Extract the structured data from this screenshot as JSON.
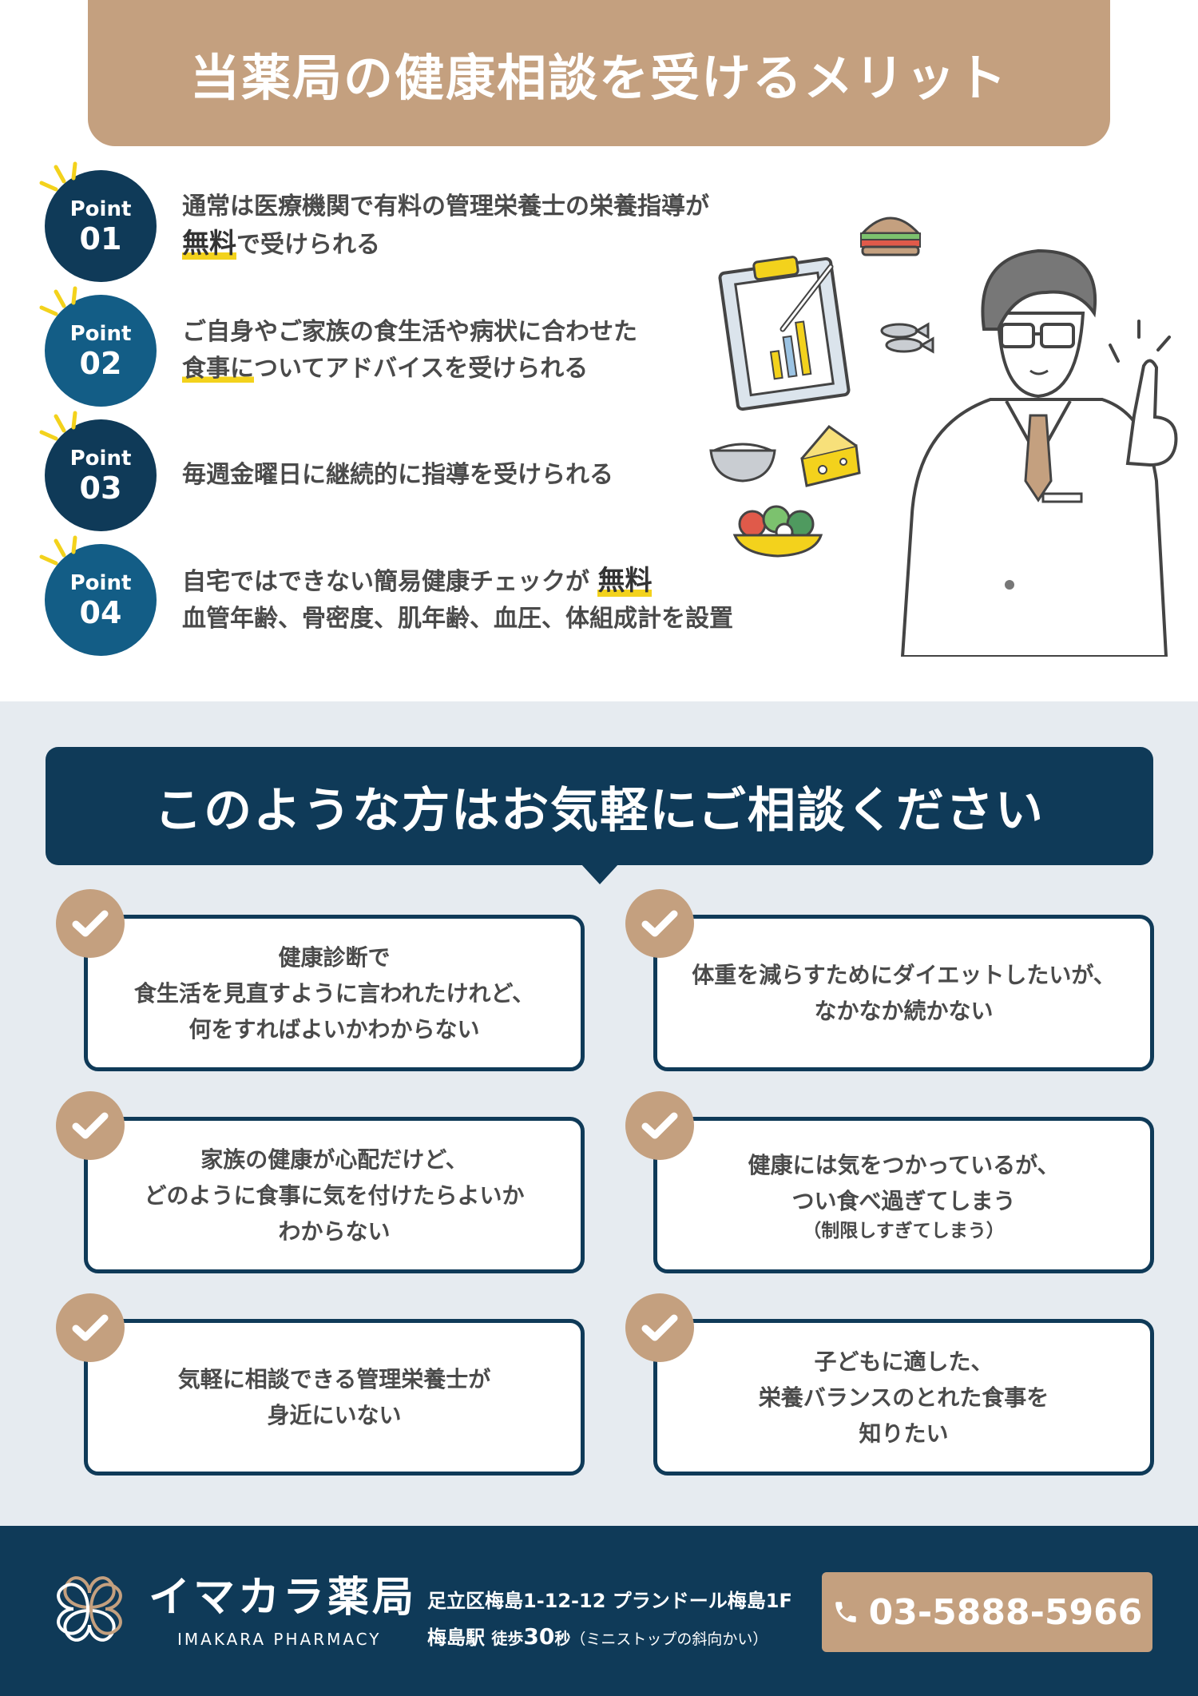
{
  "merits": {
    "title": "当薬局の健康相談を受けるメリット",
    "point_label": "Point",
    "points": [
      {
        "num": "01",
        "line1": "通常は医療機関で有料の管理栄養士の栄養指導が",
        "line2_hl": "無料",
        "line2_rest": "で受けられる"
      },
      {
        "num": "02",
        "line1": "ご自身やご家族の食生活や病状に合わせた",
        "line2_hl": "食事に",
        "line2_rest": "ついてアドバイスを受けられる"
      },
      {
        "num": "03",
        "text": "毎週金曜日に継続的に指導を受けられる"
      },
      {
        "num": "04",
        "line1_main": "自宅ではできない簡易健康チェックが",
        "line1_hl": "無料",
        "line2": "血管年齢、骨密度、肌年齢、血圧、体組成計を設置"
      }
    ]
  },
  "consult": {
    "title": "このような方はお気軽にご相談ください",
    "cards": [
      {
        "lines": [
          "健康診断で",
          "食生活を見直すように言われたけれど、",
          "何をすればよいかわからない"
        ]
      },
      {
        "lines": [
          "体重を減らすためにダイエットしたいが、",
          "なかなか続かない"
        ]
      },
      {
        "lines": [
          "家族の健康が心配だけど、",
          "どのように食事に気を付けたらよいか",
          "わからない"
        ]
      },
      {
        "lines": [
          "健康には気をつかっているが、",
          "つい食べ過ぎてしまう"
        ],
        "note": "（制限しすぎてしまう）"
      },
      {
        "lines": [
          "気軽に相談できる管理栄養士が",
          "身近にいない"
        ]
      },
      {
        "lines": [
          "子どもに適した、",
          "栄養バランスのとれた食事を",
          "知りたい"
        ]
      }
    ]
  },
  "footer": {
    "brand": "イマカラ薬局",
    "brand_en": "IMAKARA PHARMACY",
    "address": "足立区梅島1-12-12 プランドール梅島1F",
    "station": "梅島駅",
    "walk_label": "徒歩",
    "walk_num": "30",
    "walk_unit": "秒",
    "walk_note": "（ミニストップの斜向かい）",
    "phone": "03-5888-5966"
  },
  "colors": {
    "navy": "#0f3a58",
    "blue": "#135d86",
    "tan": "#c4a07f",
    "yellow": "#f3d21c",
    "bg_gray": "#e6ebf0"
  }
}
